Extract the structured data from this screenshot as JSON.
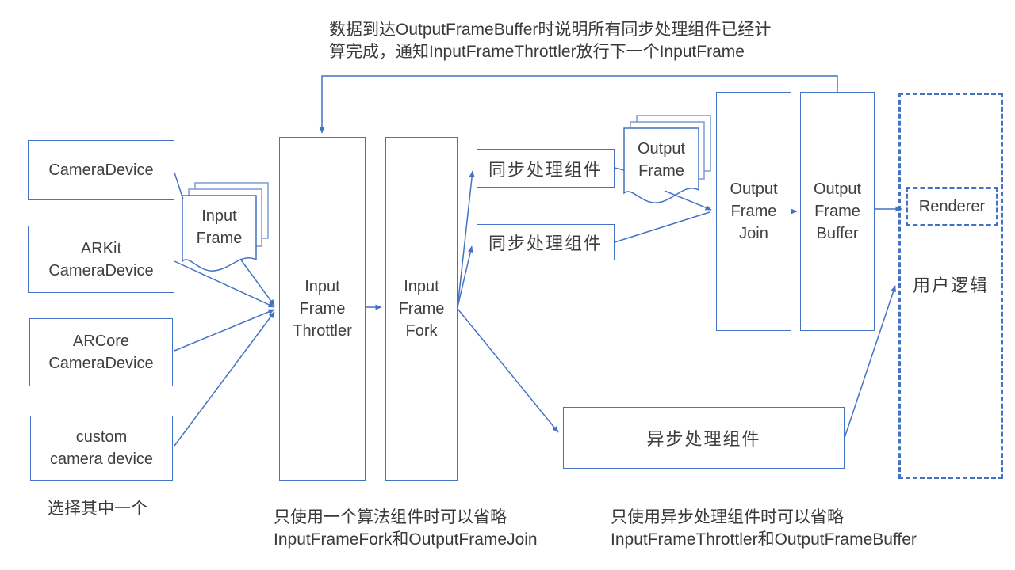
{
  "colors": {
    "line_blue": "#4472C4",
    "stack_light_blue": "#7C9BD1",
    "text_dark": "#3f3f3f"
  },
  "annotations": {
    "top": "数据到达OutputFrameBuffer时说明所有同步处理组件已经计\n算完成，通知InputFrameThrottler放行下一个InputFrame",
    "choose_one": "选择其中一个",
    "omit_fork_join": "只使用一个算法组件时可以省略\nInputFrameFork和OutputFrameJoin",
    "omit_throttler_buffer": "只使用异步处理组件时可以省略\nInputFrameThrottler和OutputFrameBuffer"
  },
  "nodes": {
    "camera_device": {
      "label": "CameraDevice"
    },
    "arkit_camera_device": {
      "label": "ARKit\nCameraDevice"
    },
    "arcore_camera_device": {
      "label": "ARCore\nCameraDevice"
    },
    "custom_camera_device": {
      "label": "custom\ncamera device"
    },
    "input_frame": {
      "label": "Input\nFrame"
    },
    "input_frame_throttler": {
      "label": "Input\nFrame\nThrottler"
    },
    "input_frame_fork": {
      "label": "Input\nFrame\nFork"
    },
    "sync_component_1": {
      "label": "同步处理组件"
    },
    "sync_component_2": {
      "label": "同步处理组件"
    },
    "output_frame": {
      "label": "Output\nFrame"
    },
    "output_frame_join": {
      "label": "Output\nFrame\nJoin"
    },
    "output_frame_buffer": {
      "label": "Output\nFrame\nBuffer"
    },
    "async_component": {
      "label": "异步处理组件"
    },
    "renderer": {
      "label": "Renderer"
    },
    "user_logic": {
      "label": "用户逻辑"
    }
  }
}
